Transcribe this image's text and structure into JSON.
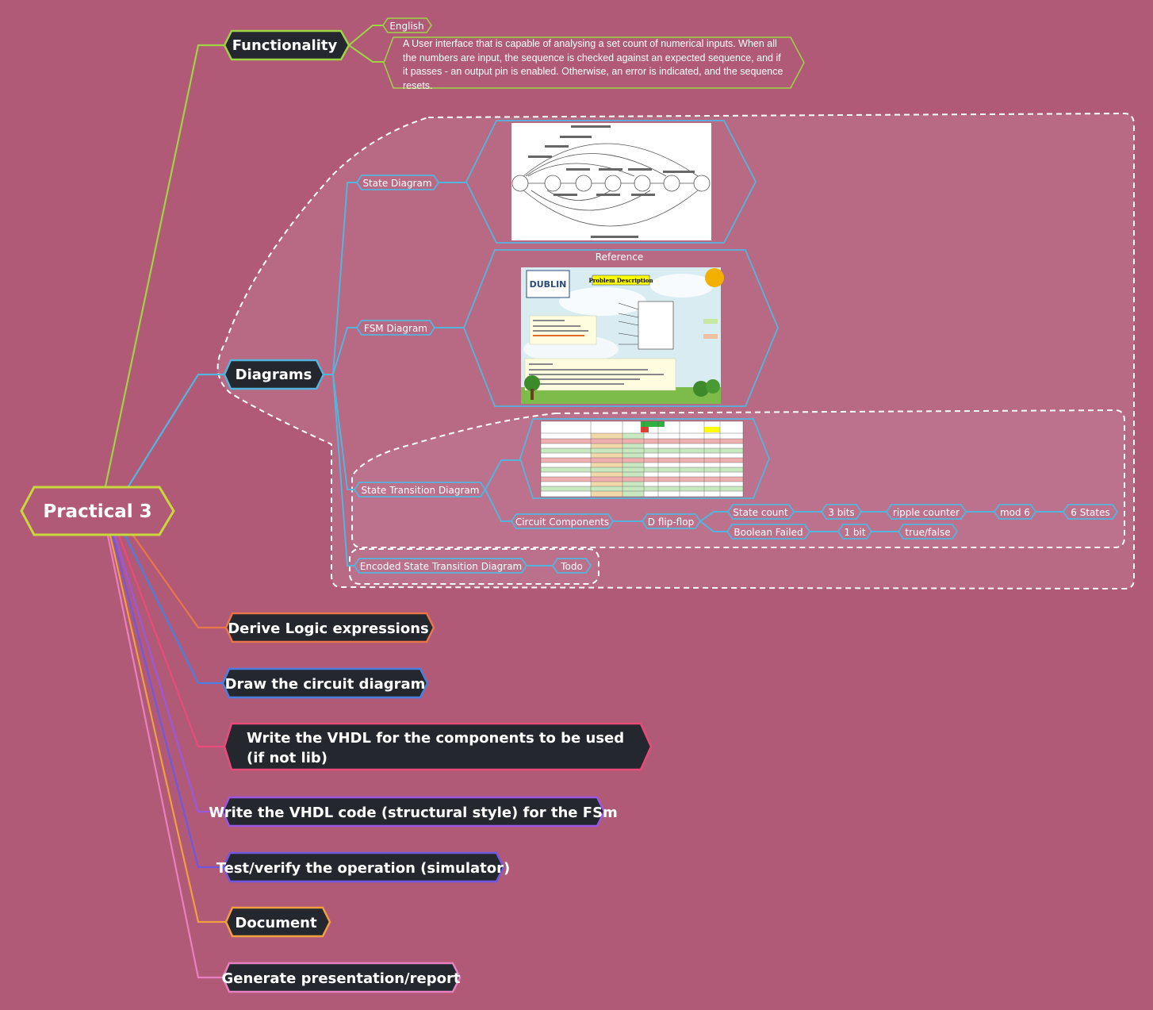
{
  "central": {
    "label": "Practical 3"
  },
  "functionality": {
    "label": "Functionality",
    "language": "English",
    "description": "A User interface that is capable of analysing a set count of numerical inputs. When all the numbers are input, the sequence is checked against an expected sequence, and if it passes - an output pin is enabled. Otherwise, an error is indicated, and the sequence resets."
  },
  "diagrams": {
    "label": "Diagrams",
    "state_diagram": {
      "label": "State Diagram"
    },
    "fsm_diagram": {
      "label": "FSM Diagram",
      "image_caption": "Reference",
      "image_title": "Problem Description",
      "image_logo": "DUBLIN"
    },
    "state_transition": {
      "label": "State Transition Diagram"
    },
    "circuit_components": {
      "label": "Circuit Components",
      "flipflop": "D flip-flop",
      "state_count": "State count",
      "bits3": "3 bits",
      "ripple": "ripple counter",
      "mod6": "mod 6",
      "states6": "6 States",
      "bool_failed": "Boolean Failed",
      "bit1": "1 bit",
      "truefalse": "true/false"
    },
    "encoded": {
      "label": "Encoded State Transition Diagram",
      "todo": "Todo"
    }
  },
  "tasks": {
    "derive": "Derive Logic expressions",
    "draw": "Draw the circuit diagram",
    "vhdl_components": "Write the VHDL for the components to be used (if not lib)",
    "vhdl_fsm": "Write the VHDL code (structural style) for the FSm",
    "test": "Test/verify the operation (simulator)",
    "document": "Document",
    "generate": "Generate presentation/report"
  },
  "colors": {
    "background": "#b05a78",
    "central_border": "#c8d83a",
    "functionality_branch": "#9ed444",
    "diagrams_branch": "#55b4dc",
    "derive_branch": "#e8764a",
    "draw_branch": "#4a7fe0",
    "vhdl_components_branch": "#e84a7a",
    "vhdl_fsm_branch": "#9a58e0",
    "test_branch": "#7058e0",
    "document_branch": "#f0a040",
    "generate_branch": "#e880c0",
    "node_fill": "#24282e"
  }
}
